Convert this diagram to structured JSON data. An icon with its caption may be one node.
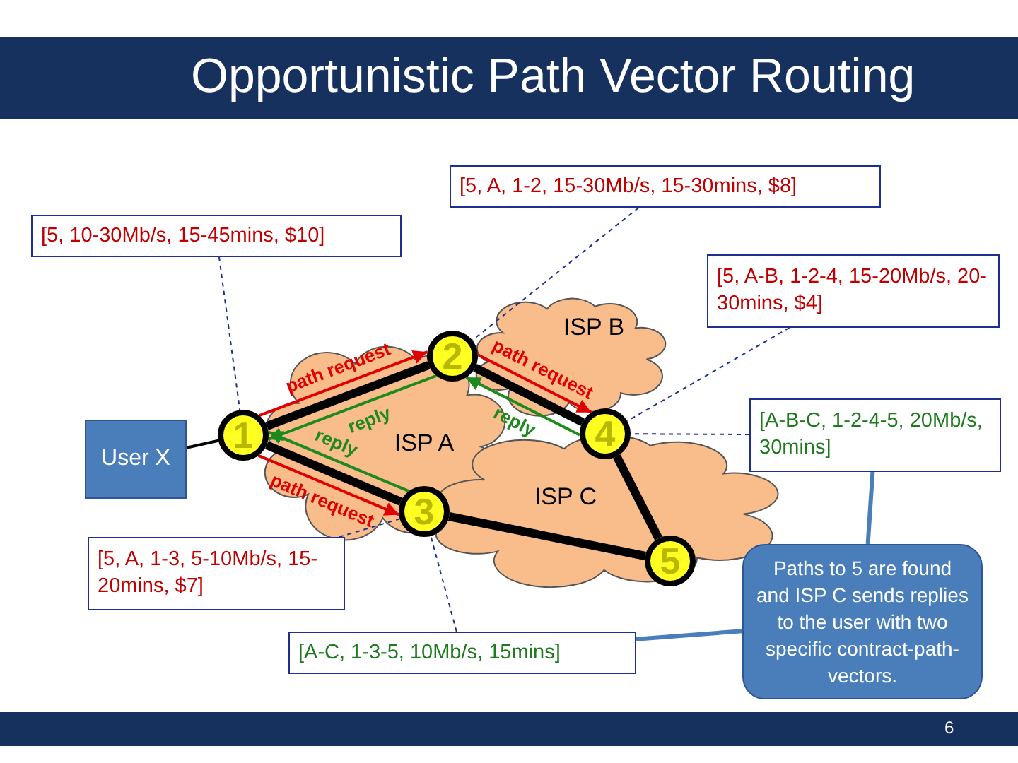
{
  "diagram": {
    "title": "Opportunistic Path Vector Routing",
    "nodes": [
      {
        "text": [
          "[5, A, 1-2, 15-30Mb/s, 15-30mins, $8]"
        ]
      },
      {
        "text": [
          "[5, 10-30Mb/s, 15-45mins, $10]"
        ]
      },
      {
        "text": [
          "[5, A-B, 1-2-4, 15-20Mb/s, 20-30mins, $4]"
        ]
      },
      {
        "text": [
          "ISP B"
        ]
      },
      {
        "text": [
          "ISP A"
        ]
      },
      {
        "text": [
          "ISP C"
        ]
      },
      {
        "text": [
          "User X"
        ]
      },
      {
        "text": [
          "1"
        ]
      },
      {
        "text": [
          "2"
        ]
      },
      {
        "text": [
          "3"
        ]
      },
      {
        "text": [
          "4"
        ]
      },
      {
        "text": [
          "5"
        ]
      },
      {
        "text": [
          "[A-B-C, 1-2-4-5, 20Mb/s, 30mins]"
        ]
      },
      {
        "text": [
          "[5, A, 1-3, 5-10Mb/s, 15-20mins, $7]"
        ]
      },
      {
        "text": [
          "[A-C, 1-3-5, 10Mb/s, 15mins]"
        ]
      },
      {
        "text": [
          "Paths to 5 are found and ISP C sends replies to the user with two specific contract-path-vectors."
        ]
      }
    ],
    "edges": [
      {
        "from": 6,
        "to": 7,
        "arrow": "none"
      },
      {
        "from": 7,
        "to": 8,
        "arrow": "none",
        "style": "thick"
      },
      {
        "from": 7,
        "to": 9,
        "arrow": "none",
        "style": "thick"
      },
      {
        "from": 8,
        "to": 10,
        "arrow": "none",
        "style": "thick"
      },
      {
        "from": 10,
        "to": 11,
        "arrow": "none",
        "style": "thick"
      },
      {
        "from": 9,
        "to": 11,
        "arrow": "none",
        "style": "thick"
      },
      {
        "from": 7,
        "to": 8,
        "arrow": "to",
        "label": "path request",
        "color": "#e00000"
      },
      {
        "from": 8,
        "to": 7,
        "arrow": "to",
        "label": "reply",
        "color": "#1e8a1e"
      },
      {
        "from": 9,
        "to": 7,
        "arrow": "to",
        "label": "reply",
        "color": "#1e8a1e"
      },
      {
        "from": 7,
        "to": 9,
        "arrow": "to",
        "label": "path request",
        "color": "#e00000"
      },
      {
        "from": 8,
        "to": 10,
        "arrow": "to",
        "label": "path request",
        "color": "#e00000"
      },
      {
        "from": 10,
        "to": 8,
        "arrow": "to",
        "label": "reply",
        "color": "#1e8a1e"
      },
      {
        "from": 1,
        "to": 7,
        "arrow": "none",
        "style": "dashed",
        "color": "#1f2f8f"
      },
      {
        "from": 0,
        "to": 8,
        "arrow": "none",
        "style": "dashed",
        "color": "#1f2f8f"
      },
      {
        "from": 2,
        "to": 10,
        "arrow": "none",
        "style": "dashed",
        "color": "#1f2f8f"
      },
      {
        "from": 12,
        "to": 10,
        "arrow": "none",
        "style": "dashed",
        "color": "#1f2f8f"
      },
      {
        "from": 13,
        "to": 9,
        "arrow": "none",
        "style": "dashed",
        "color": "#1f2f8f"
      },
      {
        "from": 14,
        "to": 9,
        "arrow": "none",
        "style": "dashed",
        "color": "#1f2f8f"
      },
      {
        "from": 15,
        "to": 12,
        "arrow": "none",
        "color": "#4a7ebb"
      },
      {
        "from": 15,
        "to": 14,
        "arrow": "none",
        "color": "#4a7ebb"
      }
    ],
    "labels": [
      "6"
    ]
  }
}
